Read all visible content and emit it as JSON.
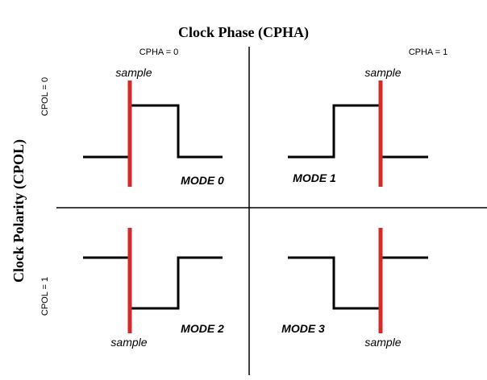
{
  "diagram": {
    "title": "Clock Phase (CPHA)",
    "left_title": "Clock Polarity (CPOL)",
    "cpha_labels": [
      "CPHA = 0",
      "CPHA = 1"
    ],
    "cpol_labels": [
      "CPOL = 0",
      "CPOL = 1"
    ],
    "sample_label": "sample",
    "modes": [
      {
        "label": "MODE 0",
        "cpol": 0,
        "cpha": 0
      },
      {
        "label": "MODE 1",
        "cpol": 0,
        "cpha": 1
      },
      {
        "label": "MODE 2",
        "cpol": 1,
        "cpha": 0
      },
      {
        "label": "MODE 3",
        "cpol": 1,
        "cpha": 1
      }
    ],
    "colors": {
      "signal": "#000000",
      "sample_line": "#d42a2a",
      "divider": "#000000",
      "text": "#000000"
    }
  }
}
